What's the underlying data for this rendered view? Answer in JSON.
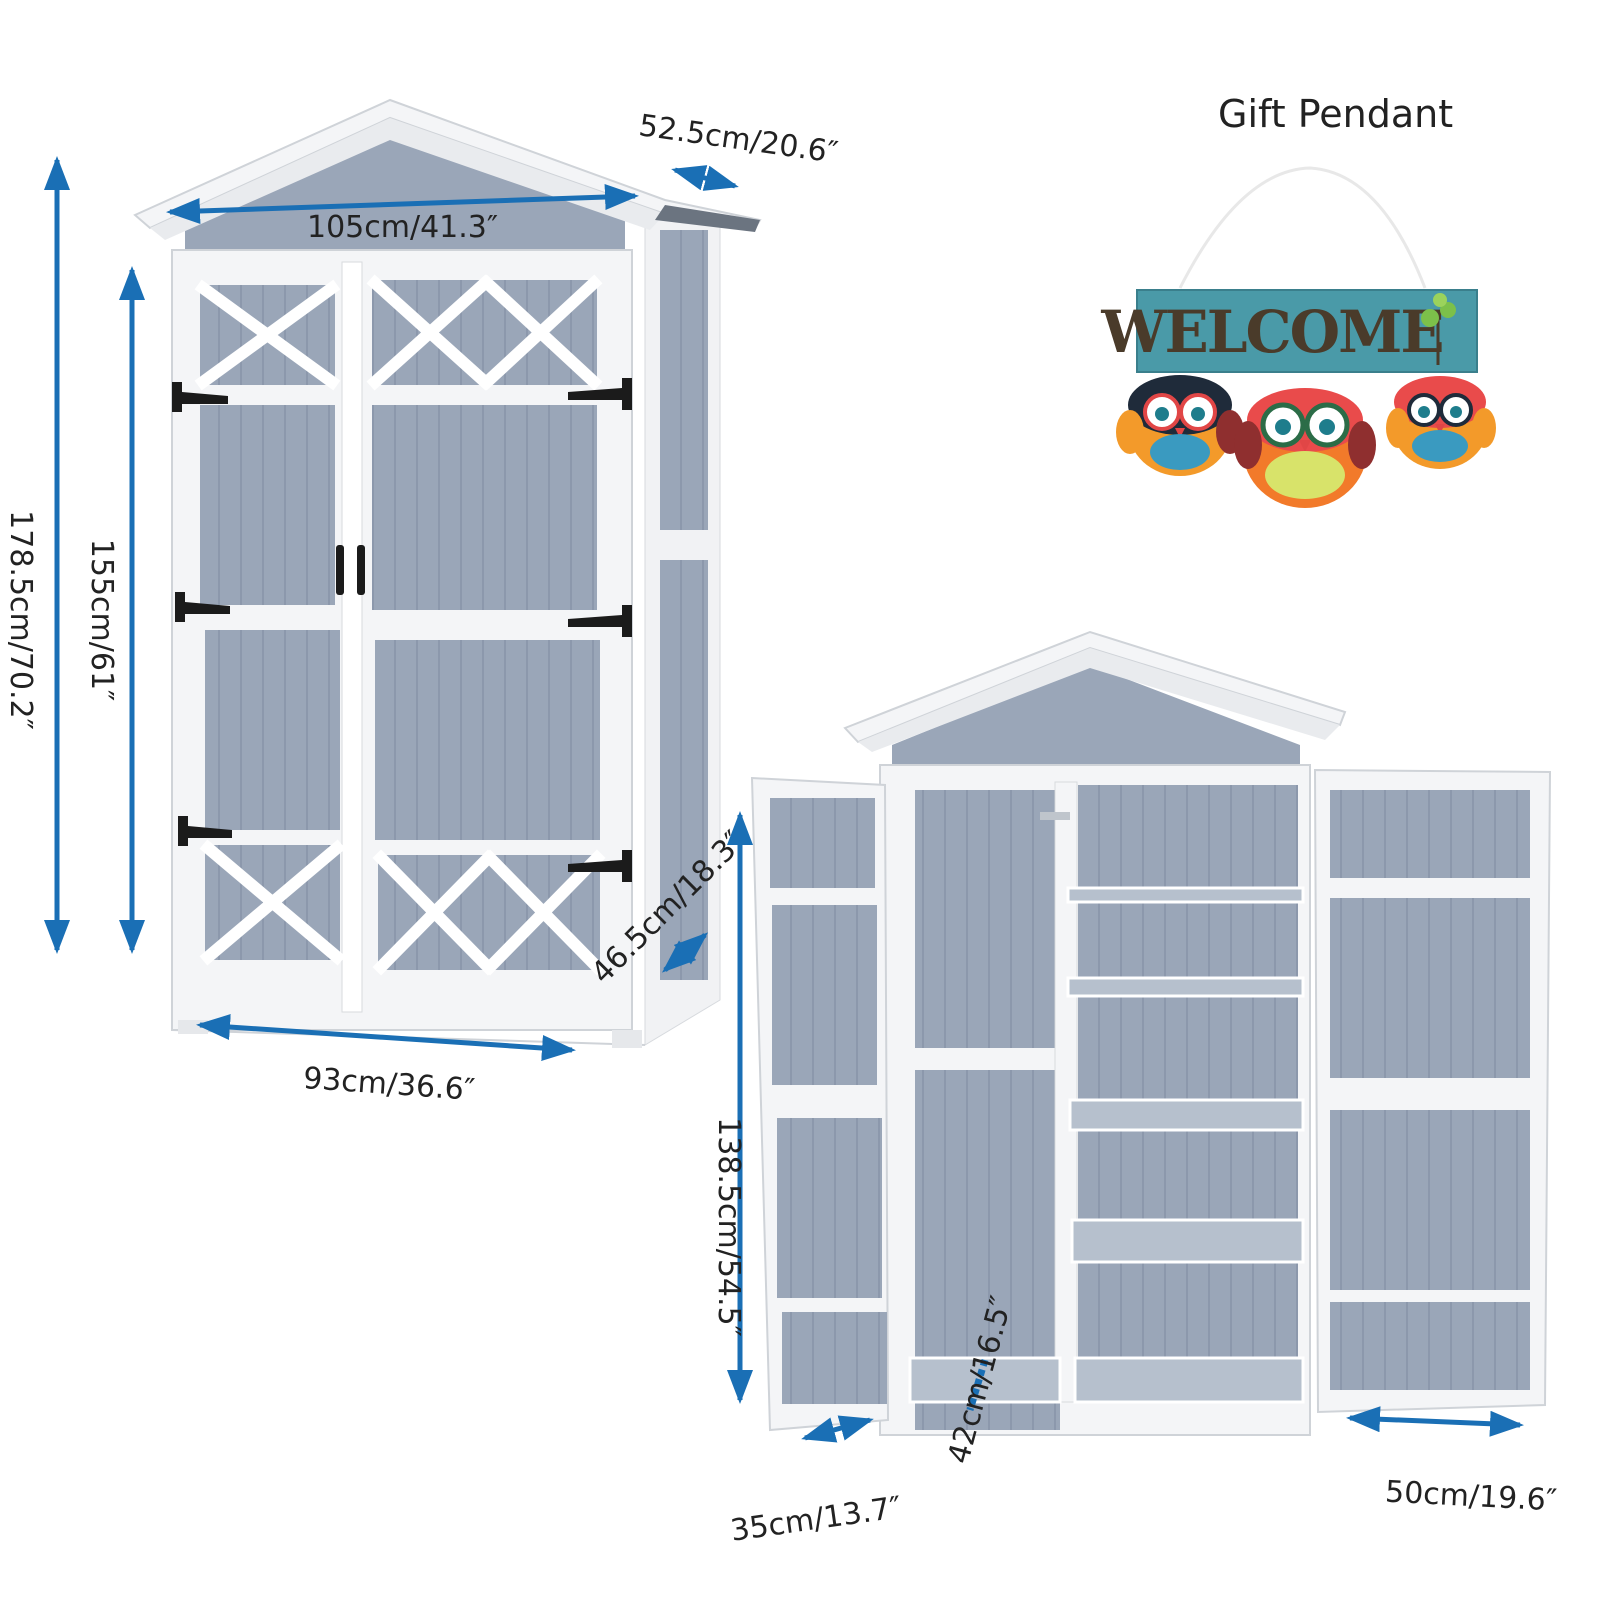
{
  "gift": {
    "title": "Gift Pendant",
    "sign_text": "WELCOME"
  },
  "dimensions": {
    "total_height": "178.5cm/70.2″",
    "door_height": "155cm/61″",
    "roof_width": "105cm/41.3″",
    "roof_depth": "52.5cm/20.6″",
    "body_depth": "46.5cm/18.3″",
    "body_width": "93cm/36.6″",
    "interior_height": "138.5cm/54.5″",
    "door_width_left": "35cm/13.7″",
    "shelf_depth": "42cm/16.5″",
    "door_width_right": "50cm/19.6″"
  },
  "colors": {
    "arrow": "#1a6fb5",
    "panel": "#9aa6b8",
    "panel_dark": "#8794a8",
    "frame": "#f4f5f7",
    "sign": "#4a9aa8",
    "sign_text": "#4a3b2a"
  }
}
